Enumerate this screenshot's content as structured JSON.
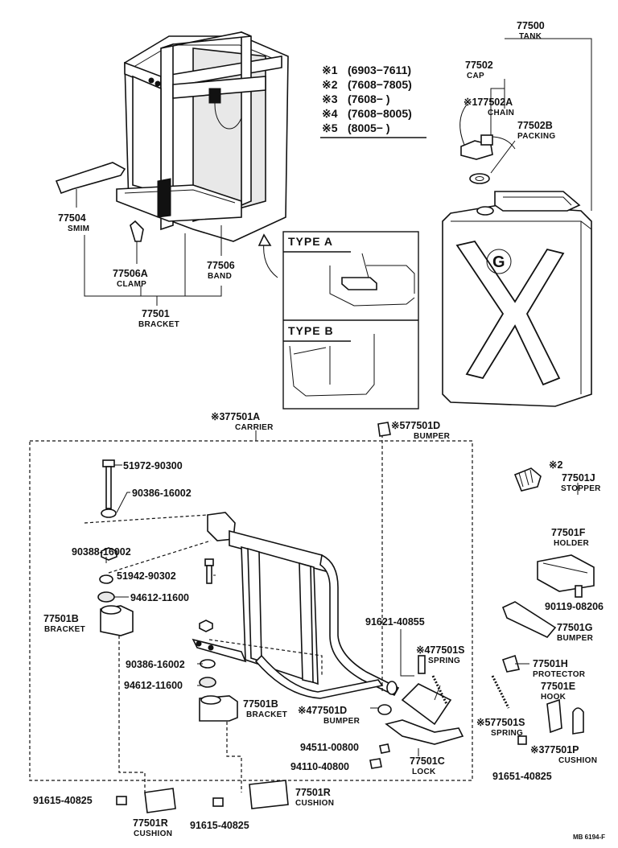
{
  "applicability_notes": [
    {
      "mark": "※1",
      "range": "(6903−7611)"
    },
    {
      "mark": "※2",
      "range": "(7608−7805)"
    },
    {
      "mark": "※3",
      "range": "(7608−     )"
    },
    {
      "mark": "※4",
      "range": "(7608−8005)"
    },
    {
      "mark": "※5",
      "range": "(8005−     )"
    }
  ],
  "type_labels": {
    "a": "TYPE  A",
    "b": "TYPE  B"
  },
  "parts": {
    "tank": {
      "number": "77500",
      "name": "TANK"
    },
    "cap": {
      "number": "77502",
      "name": "CAP"
    },
    "chain": {
      "number": "※177502A",
      "name": "CHAIN"
    },
    "packing": {
      "number": "77502B",
      "name": "PACKING"
    },
    "smim": {
      "number": "77504",
      "name": "SMIM"
    },
    "clamp": {
      "number": "77506A",
      "name": "CLAMP"
    },
    "band": {
      "number": "77506",
      "name": "BAND"
    },
    "bracket_top": {
      "number": "77501",
      "name": "BRACKET"
    },
    "carrier": {
      "number": "※377501A",
      "name": "CARRIER"
    },
    "bumper_d_top": {
      "number": "※577501D",
      "name": "BUMPER"
    },
    "stopper": {
      "mark": "※2",
      "number": "77501J",
      "name": "STOPPER"
    },
    "holder": {
      "number": "77501F",
      "name": "HOLDER"
    },
    "bolt_90119": {
      "number": "90119-08206"
    },
    "bumper_g": {
      "number": "77501G",
      "name": "BUMPER"
    },
    "protector": {
      "number": "77501H",
      "name": "PROTECTOR"
    },
    "hook": {
      "number": "77501E",
      "name": "HOOK"
    },
    "spring_5": {
      "number": "※577501S",
      "name": "SPRING"
    },
    "cushion_p": {
      "number": "※377501P",
      "name": "CUSHION"
    },
    "bolt_91651": {
      "number": "91651-40825"
    },
    "bolt_51972": {
      "number": "51972-90300"
    },
    "washer_90386_a": {
      "number": "90386-16002"
    },
    "nut_90388": {
      "number": "90388-16002"
    },
    "bolt_51942": {
      "number": "51942-90302"
    },
    "washer_94612_a": {
      "number": "94612-11600"
    },
    "bracket_b_left": {
      "number": "77501B",
      "name": "BRACKET"
    },
    "washer_90386_b": {
      "number": "90386-16002"
    },
    "washer_94612_b": {
      "number": "94612-11600"
    },
    "bracket_b_mid": {
      "number": "77501B",
      "name": "BRACKET"
    },
    "bolt_91621": {
      "number": "91621-40855"
    },
    "spring_4": {
      "number": "※477501S",
      "name": "SPRING"
    },
    "bumper_d_low": {
      "number": "※477501D",
      "name": "BUMPER"
    },
    "nut_94511": {
      "number": "94511-00800"
    },
    "nut_94110": {
      "number": "94110-40800"
    },
    "lock": {
      "number": "77501C",
      "name": "LOCK"
    },
    "bolt_91615_left": {
      "number": "91615-40825"
    },
    "cushion_r_left": {
      "number": "77501R",
      "name": "CUSHION"
    },
    "bolt_91615_mid": {
      "number": "91615-40825"
    },
    "cushion_r_right": {
      "number": "77501R",
      "name": "CUSHION"
    }
  },
  "tank_emblem": "G",
  "drawing_ref": "MB 6194-F"
}
